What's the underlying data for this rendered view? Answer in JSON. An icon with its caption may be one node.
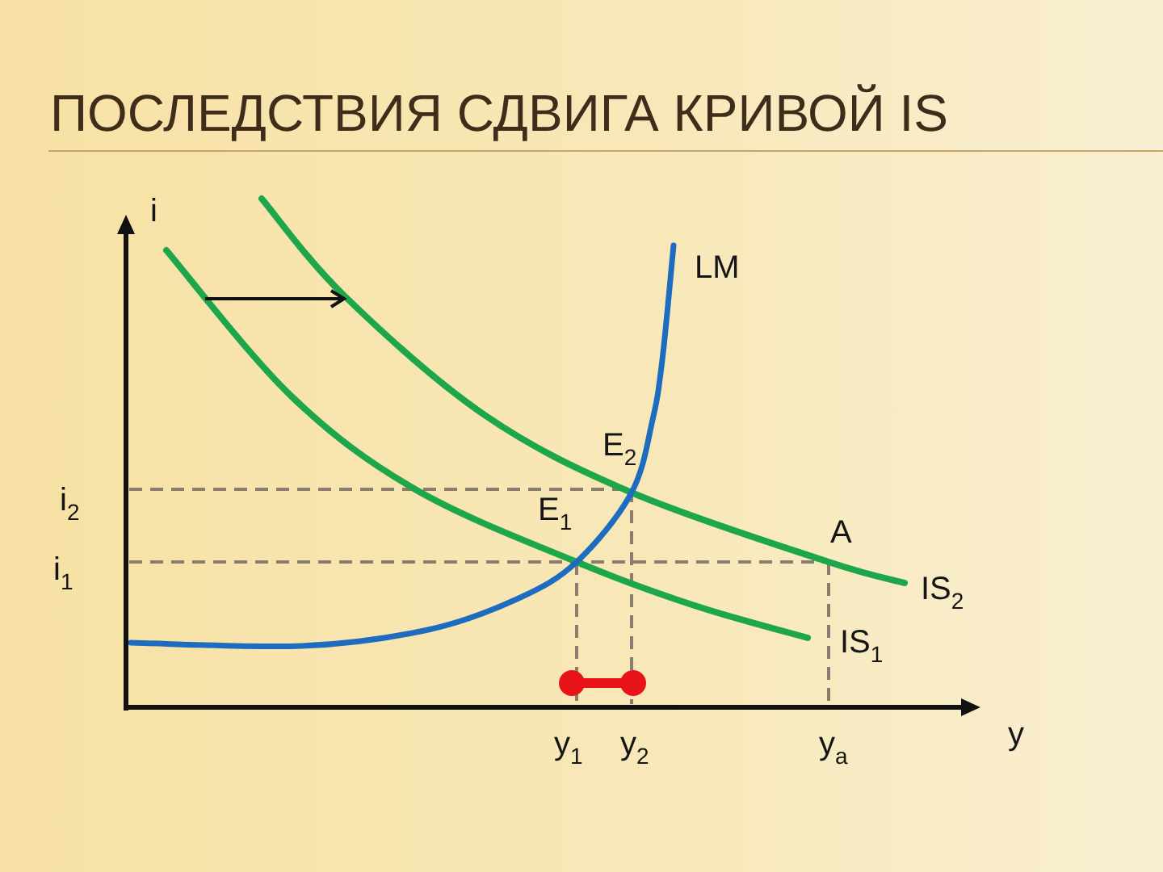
{
  "diagram": {
    "title": "ПОСЛЕДСТВИЯ СДВИГА КРИВОЙ IS",
    "labels": [
      "i",
      "LM",
      "E$_{2}$",
      "i$_{2}$",
      "E$_{1}$",
      "A",
      "i$_{1}$",
      "IS$_{2}$",
      "IS$_{1}$",
      "y$_{1}$",
      "y$_{2}$",
      "y$_{a}$",
      "y"
    ]
  }
}
